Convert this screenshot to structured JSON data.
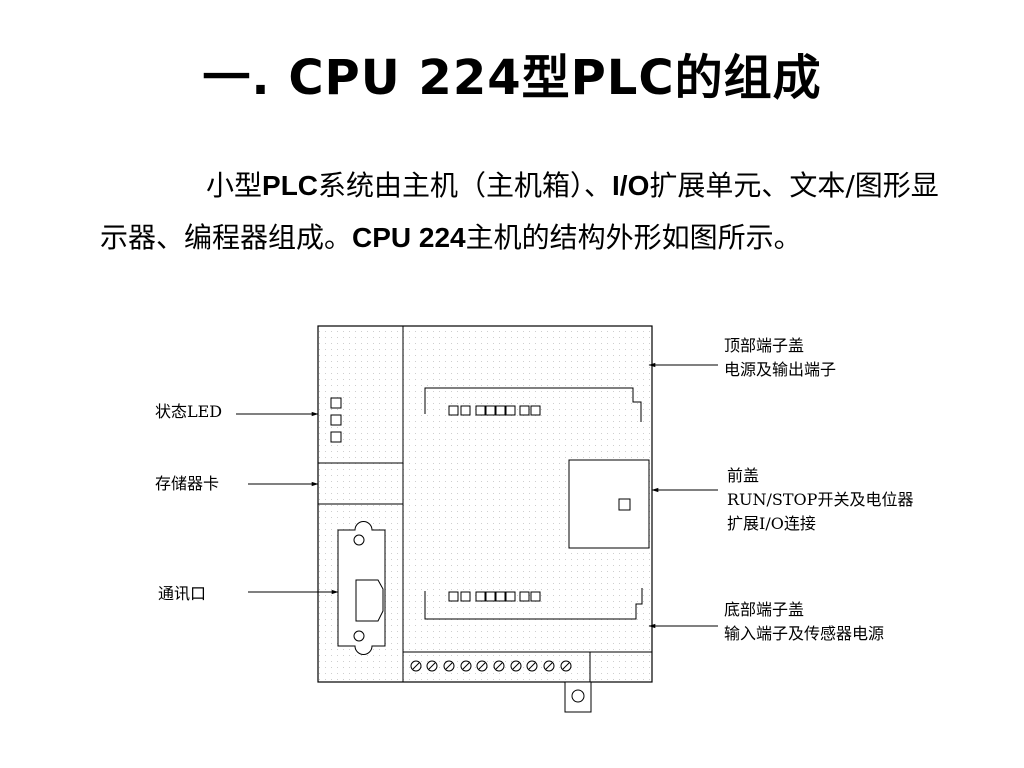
{
  "slide": {
    "title": "一. CPU 224型PLC的组成",
    "para_part1": "小型",
    "para_bold1": "PLC",
    "para_part2": "系统由主机（主机箱）、",
    "para_bold2": "I/O",
    "para_part3": "扩展单元、文本/图形显示器、编程器组成。",
    "para_bold3": "CPU 224",
    "para_part4": "主机的结构外形如图所示。"
  },
  "diagram": {
    "labels": {
      "status_led": "状态LED",
      "memory_card": "存储器卡",
      "comm_port": "通讯口",
      "top_cover_1": "顶部端子盖",
      "top_cover_2": "电源及输出端子",
      "front_cover_1": "前盖",
      "front_cover_2": "RUN/STOP开关及电位器",
      "front_cover_3": "扩展I/O连接",
      "bottom_cover_1": "底部端子盖",
      "bottom_cover_2": "输入端子及传感器电源"
    }
  }
}
